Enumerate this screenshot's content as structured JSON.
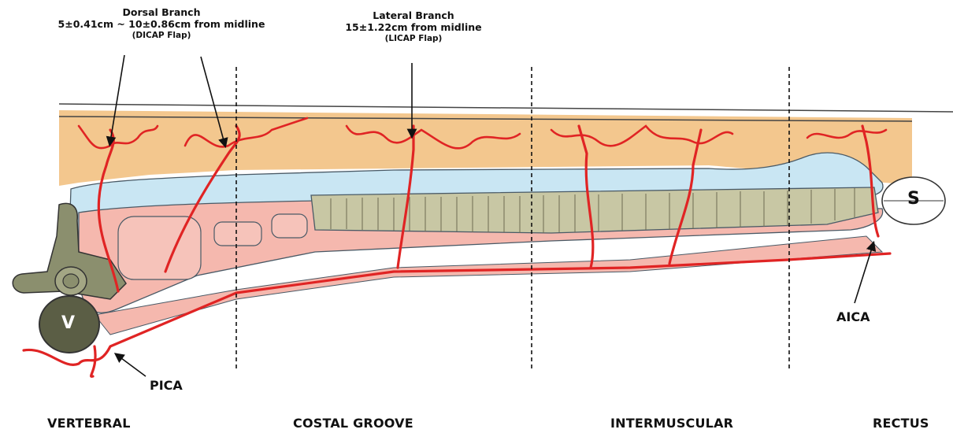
{
  "annotations": {
    "dorsal": {
      "title": "Dorsal Branch",
      "line2": "5±0.41cm ~ 10±0.86cm from midline",
      "line3": "(DICAP Flap)"
    },
    "lateral": {
      "title": "Lateral Branch",
      "line2": "15±1.22cm from midline",
      "line3": "(LICAP Flap)"
    }
  },
  "arteries": {
    "pica": "PICA",
    "aica": "AICA"
  },
  "markers": {
    "vertebra": "V",
    "sternum": "S"
  },
  "regions": [
    "VERTEBRAL",
    "COSTAL GROOVE",
    "INTERMUSCULAR",
    "RECTUS"
  ],
  "colors": {
    "artery": "#e02424",
    "fat": "#f3c78e",
    "muscle": "#f5b8ae",
    "fascia": "#c9e6f3",
    "cartilage": "#c8c7a4",
    "bone": "#8b8f6e"
  }
}
